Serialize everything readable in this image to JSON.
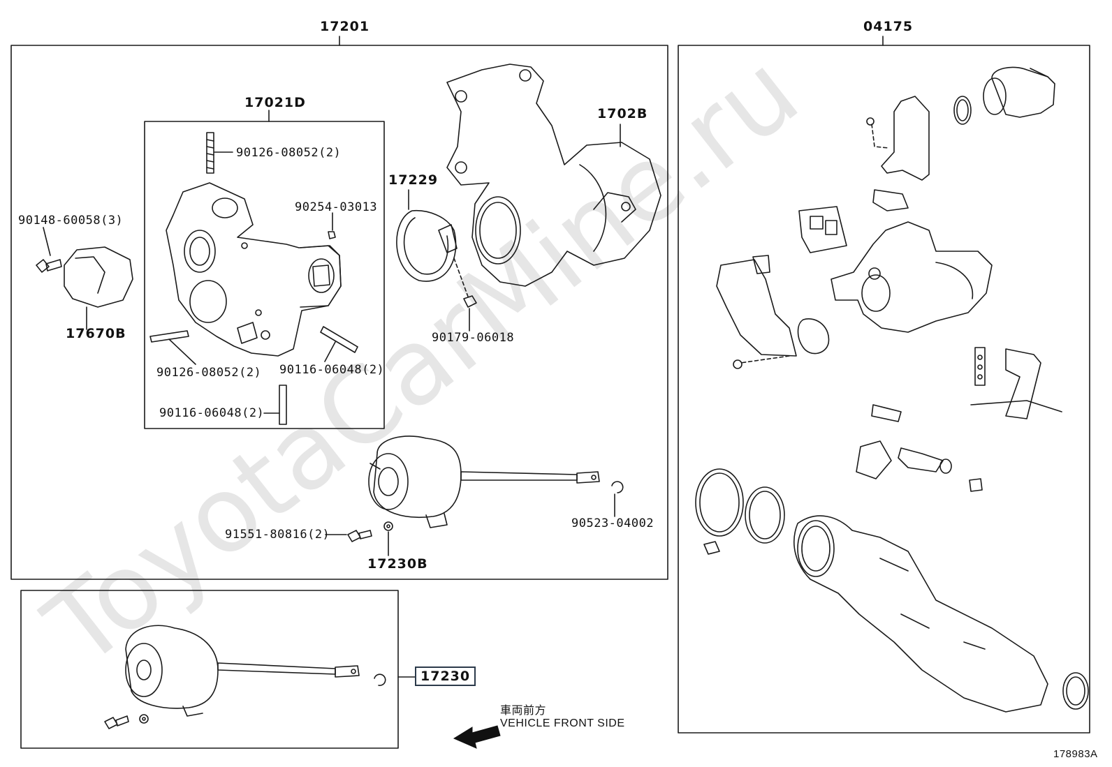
{
  "watermark": "ToyotaCarMine.ru",
  "groups": {
    "turbo_assy": "17201",
    "exhaust_assy": "04175",
    "turbine_housing": "17021D",
    "alt_actuator": "17230"
  },
  "labels": {
    "stud_top": "90126-08052(2)",
    "bolt_left": "90148-60058(3)",
    "pin": "90254-03013",
    "stud_bottom_left": "90126-08052(2)",
    "stud_bottom_right": "90116-06048(2)",
    "stud_bottom": "90116-06048(2)",
    "bracket": "17670B",
    "clamp": "17229",
    "elbow": "1702B",
    "nut": "90179-06018",
    "clip": "90523-04002",
    "bolt_actuator": "91551-80816(2)",
    "actuator": "17230B"
  },
  "footer": {
    "jp": "車両前方",
    "en": "VEHICLE FRONT SIDE",
    "drawing_no": "178983A"
  }
}
